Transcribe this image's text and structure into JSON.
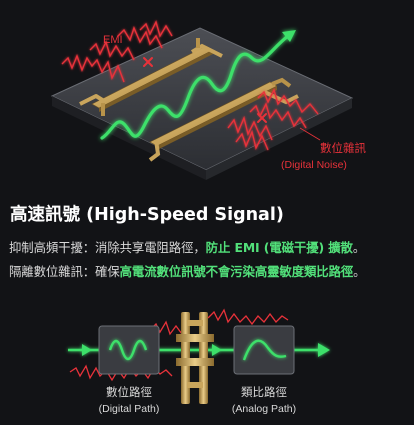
{
  "illustration": {
    "emi_label": "EMI",
    "noise_label": "數位雜訊",
    "noise_sublabel": "(Digital Noise)"
  },
  "title": "高速訊號 (High-Speed Signal)",
  "desc": {
    "line1_prefix": "抑制高頻干擾：消除共享電阻路徑，",
    "line1_highlight": "防止 EMI (電磁干擾) 擴散",
    "line1_suffix": "。",
    "line2_prefix": "隔離數位雜訊：確保",
    "line2_highlight": "高電流數位訊號不會污染高靈敏度類比路徑",
    "line2_suffix": "。"
  },
  "diagram": {
    "digital_label": "數位路徑",
    "digital_sublabel": "(Digital Path)",
    "analog_label": "類比路徑",
    "analog_sublabel": "(Analog Path)"
  },
  "colors": {
    "signal_green": "#3ee06a",
    "noise_red": "#e8323a",
    "gold": "#c9a55c",
    "background": "#121316"
  },
  "icons": [
    "cross-icon",
    "arrow-icon",
    "sine-wave-icon",
    "filter-curve-icon"
  ]
}
